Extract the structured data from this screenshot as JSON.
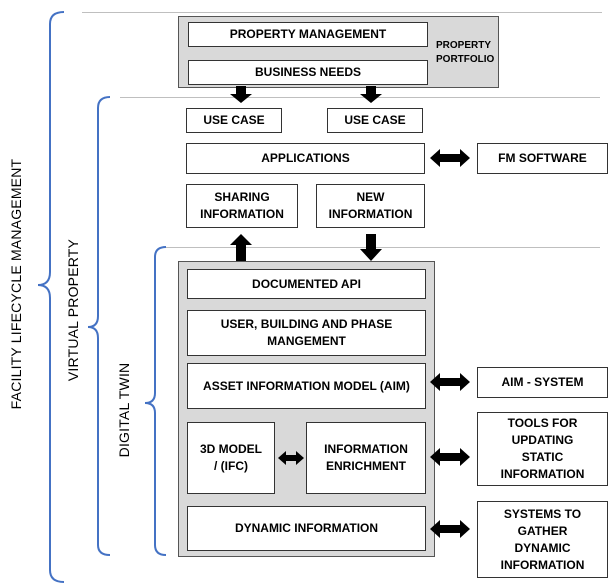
{
  "labels": {
    "facility_lifecycle": "FACILITY LIFECYCLE MANAGEMENT",
    "virtual_property": "VIRTUAL PROPERTY",
    "digital_twin": "DIGITAL TWIN",
    "property_portfolio_line1": "PROPERTY",
    "property_portfolio_line2": "PORTFOLIO"
  },
  "portfolio": {
    "property_management": "PROPERTY MANAGEMENT",
    "business_needs": "BUSINESS NEEDS"
  },
  "virtual": {
    "use_case_1": "USE CASE",
    "use_case_2": "USE CASE",
    "applications": "APPLICATIONS",
    "fm_software": "FM SOFTWARE",
    "sharing_line1": "SHARING",
    "sharing_line2": "INFORMATION",
    "new_line1": "NEW",
    "new_line2": "INFORMATION"
  },
  "twin": {
    "documented_api": "DOCUMENTED API",
    "user_building_line1": "USER, BUILDING AND PHASE",
    "user_building_line2": "MANGEMENT",
    "aim": "ASSET INFORMATION MODEL (AIM)",
    "aim_system": "AIM - SYSTEM",
    "model3d_line1": "3D MODEL",
    "model3d_line2": "/ (IFC)",
    "enrichment_line1": "INFORMATION",
    "enrichment_line2": "ENRICHMENT",
    "tools_line1": "TOOLS FOR",
    "tools_line2": "UPDATING",
    "tools_line3": "STATIC",
    "tools_line4": "INFORMATION",
    "dynamic_info": "DYNAMIC INFORMATION",
    "systems_line1": "SYSTEMS TO",
    "systems_line2": "GATHER",
    "systems_line3": "DYNAMIC",
    "systems_line4": "INFORMATION"
  },
  "colors": {
    "container_fill": "#d9d9d9",
    "bracket": "#4472c4",
    "arrow": "#000000"
  }
}
